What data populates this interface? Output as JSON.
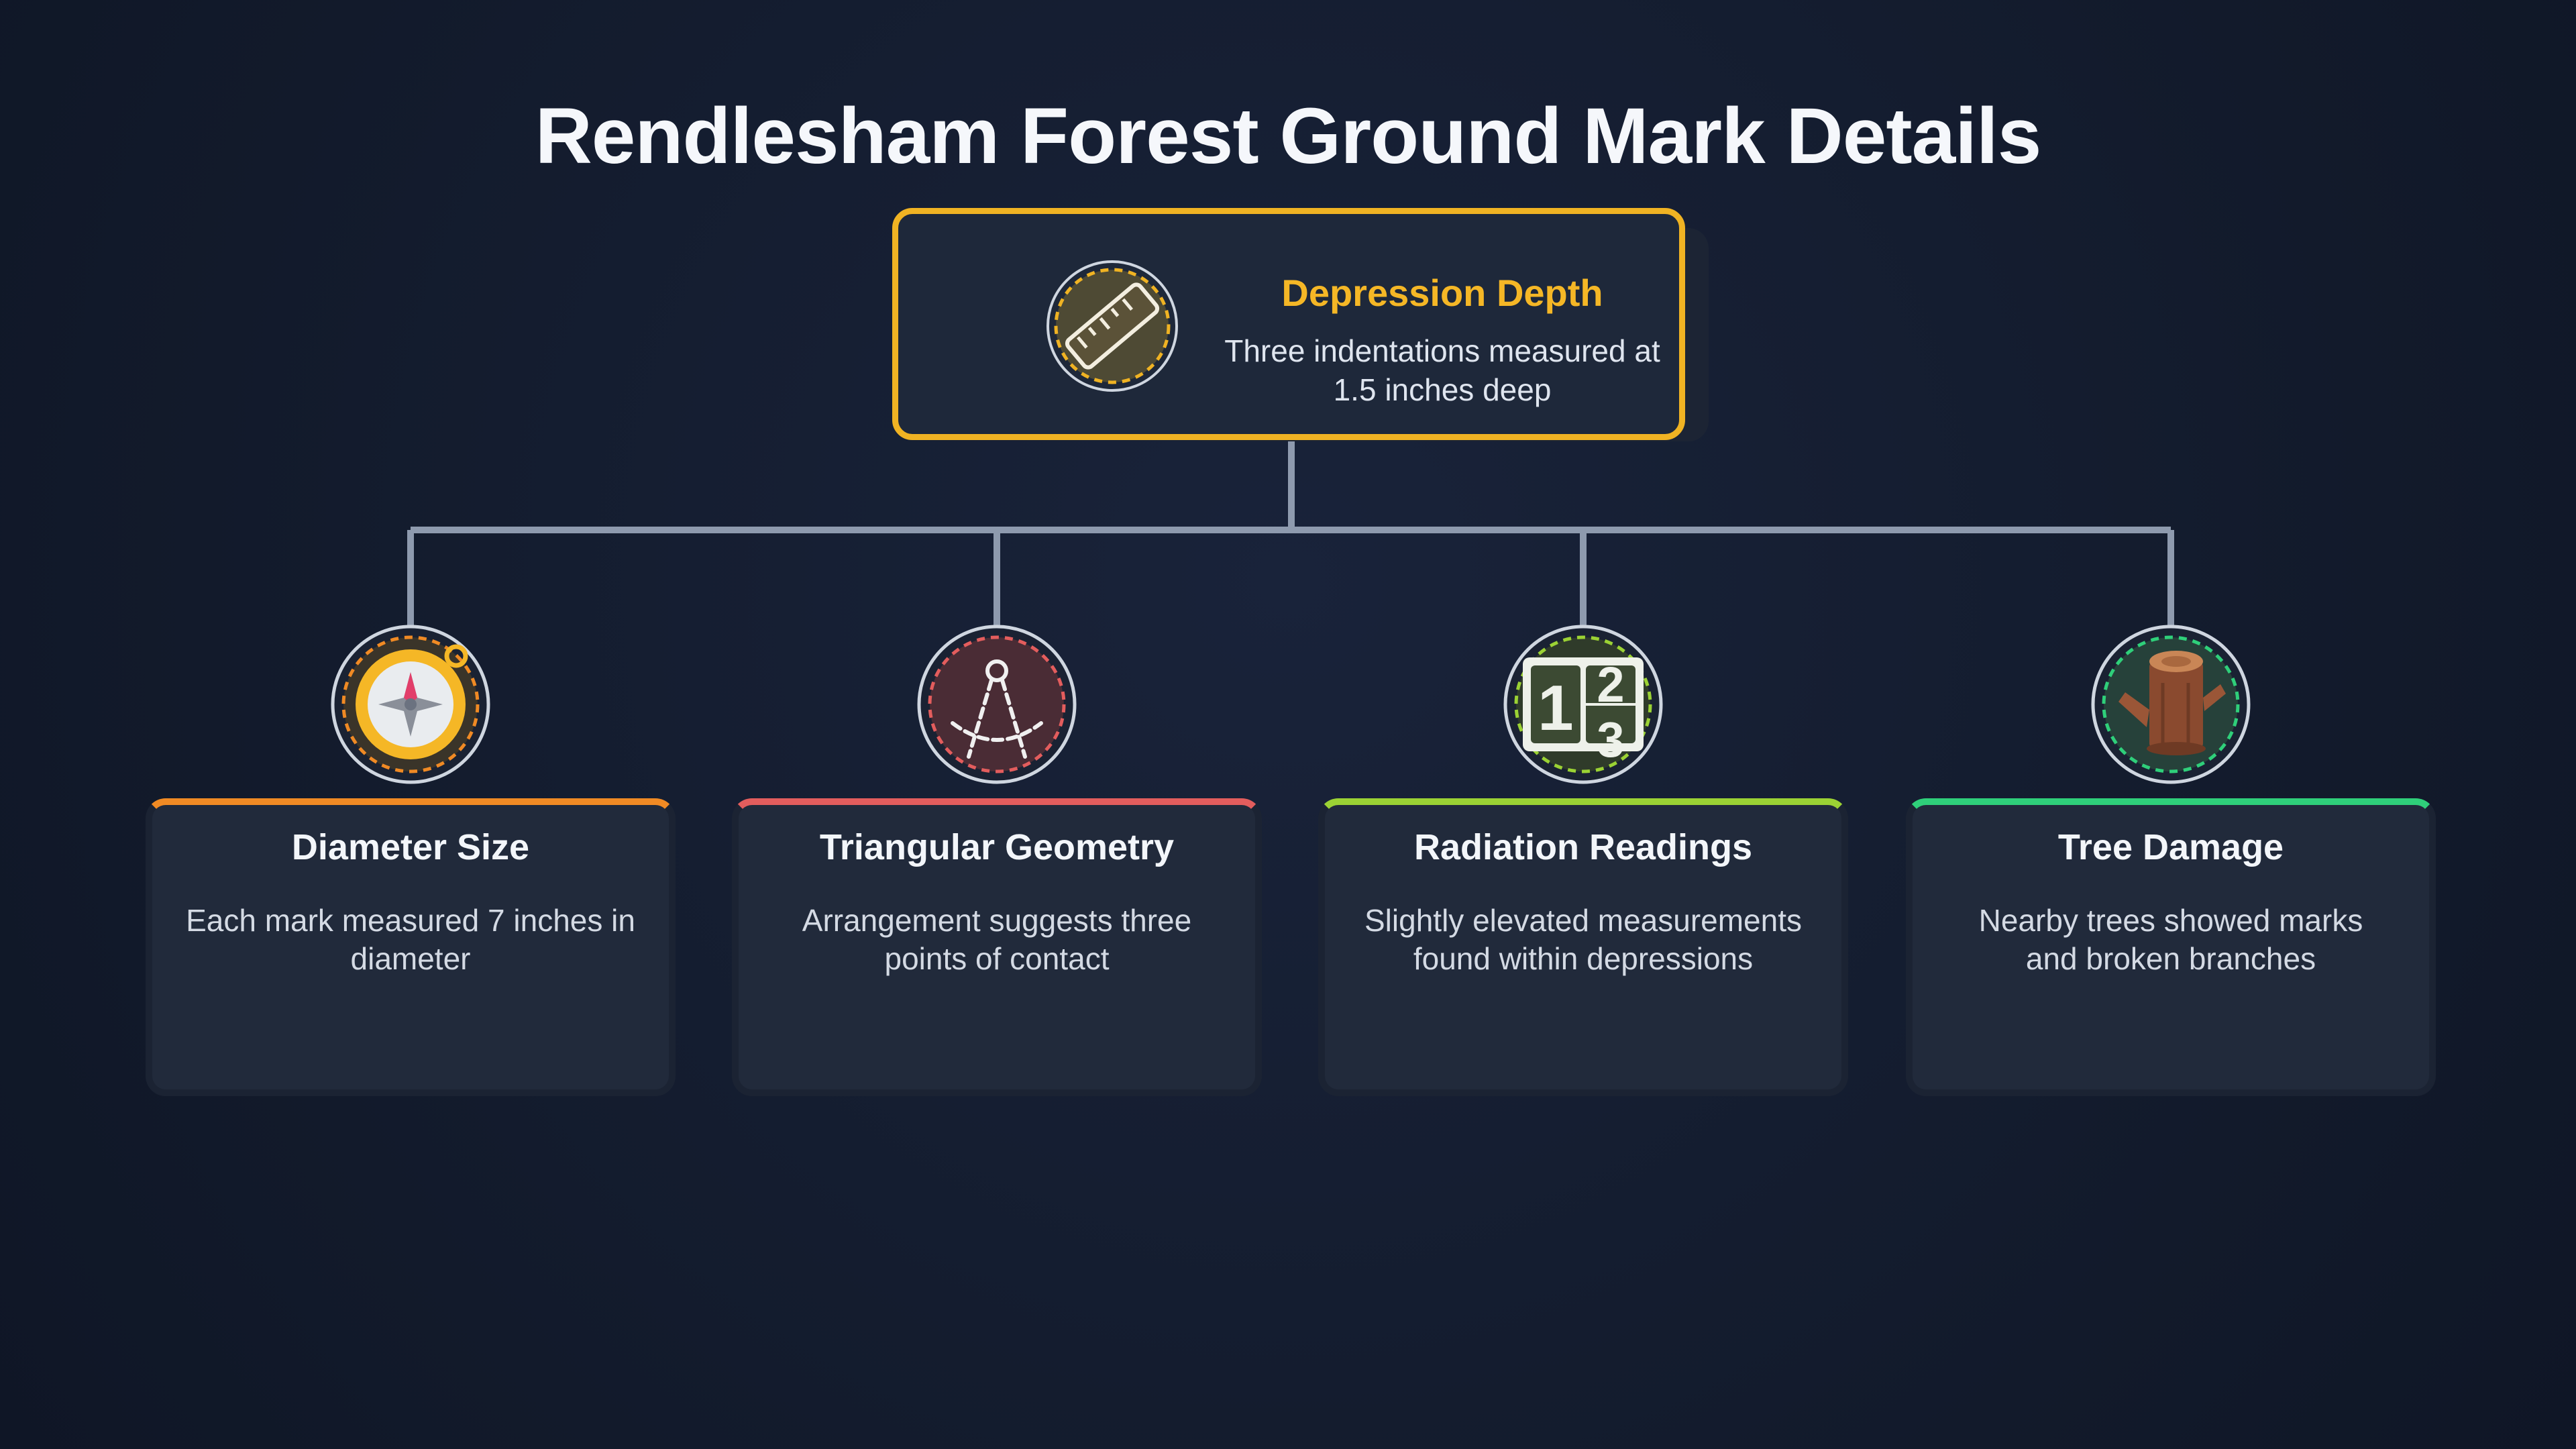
{
  "title": "Rendlesham Forest Ground Mark Details",
  "colors": {
    "background": "#141c2e",
    "root_accent": "#f0b323",
    "connector": "#8e9aae",
    "card_accents": [
      "#f08a24",
      "#e35d5d",
      "#9bd234",
      "#2fcf7a"
    ]
  },
  "root": {
    "icon": "ruler-icon",
    "title": "Depression Depth",
    "description": "Three indentations measured at 1.5 inches deep"
  },
  "children": [
    {
      "icon": "compass-icon",
      "title": "Diameter Size",
      "description": "Each mark measured 7 inches in diameter"
    },
    {
      "icon": "drafting-compass-icon",
      "title": "Triangular Geometry",
      "description": "Arrangement suggests three points of contact"
    },
    {
      "icon": "number-counter-icon",
      "title": "Radiation Readings",
      "description": "Slightly elevated measurements found within depressions"
    },
    {
      "icon": "tree-stump-icon",
      "title": "Tree Damage",
      "description": "Nearby trees showed marks and broken branches"
    }
  ]
}
